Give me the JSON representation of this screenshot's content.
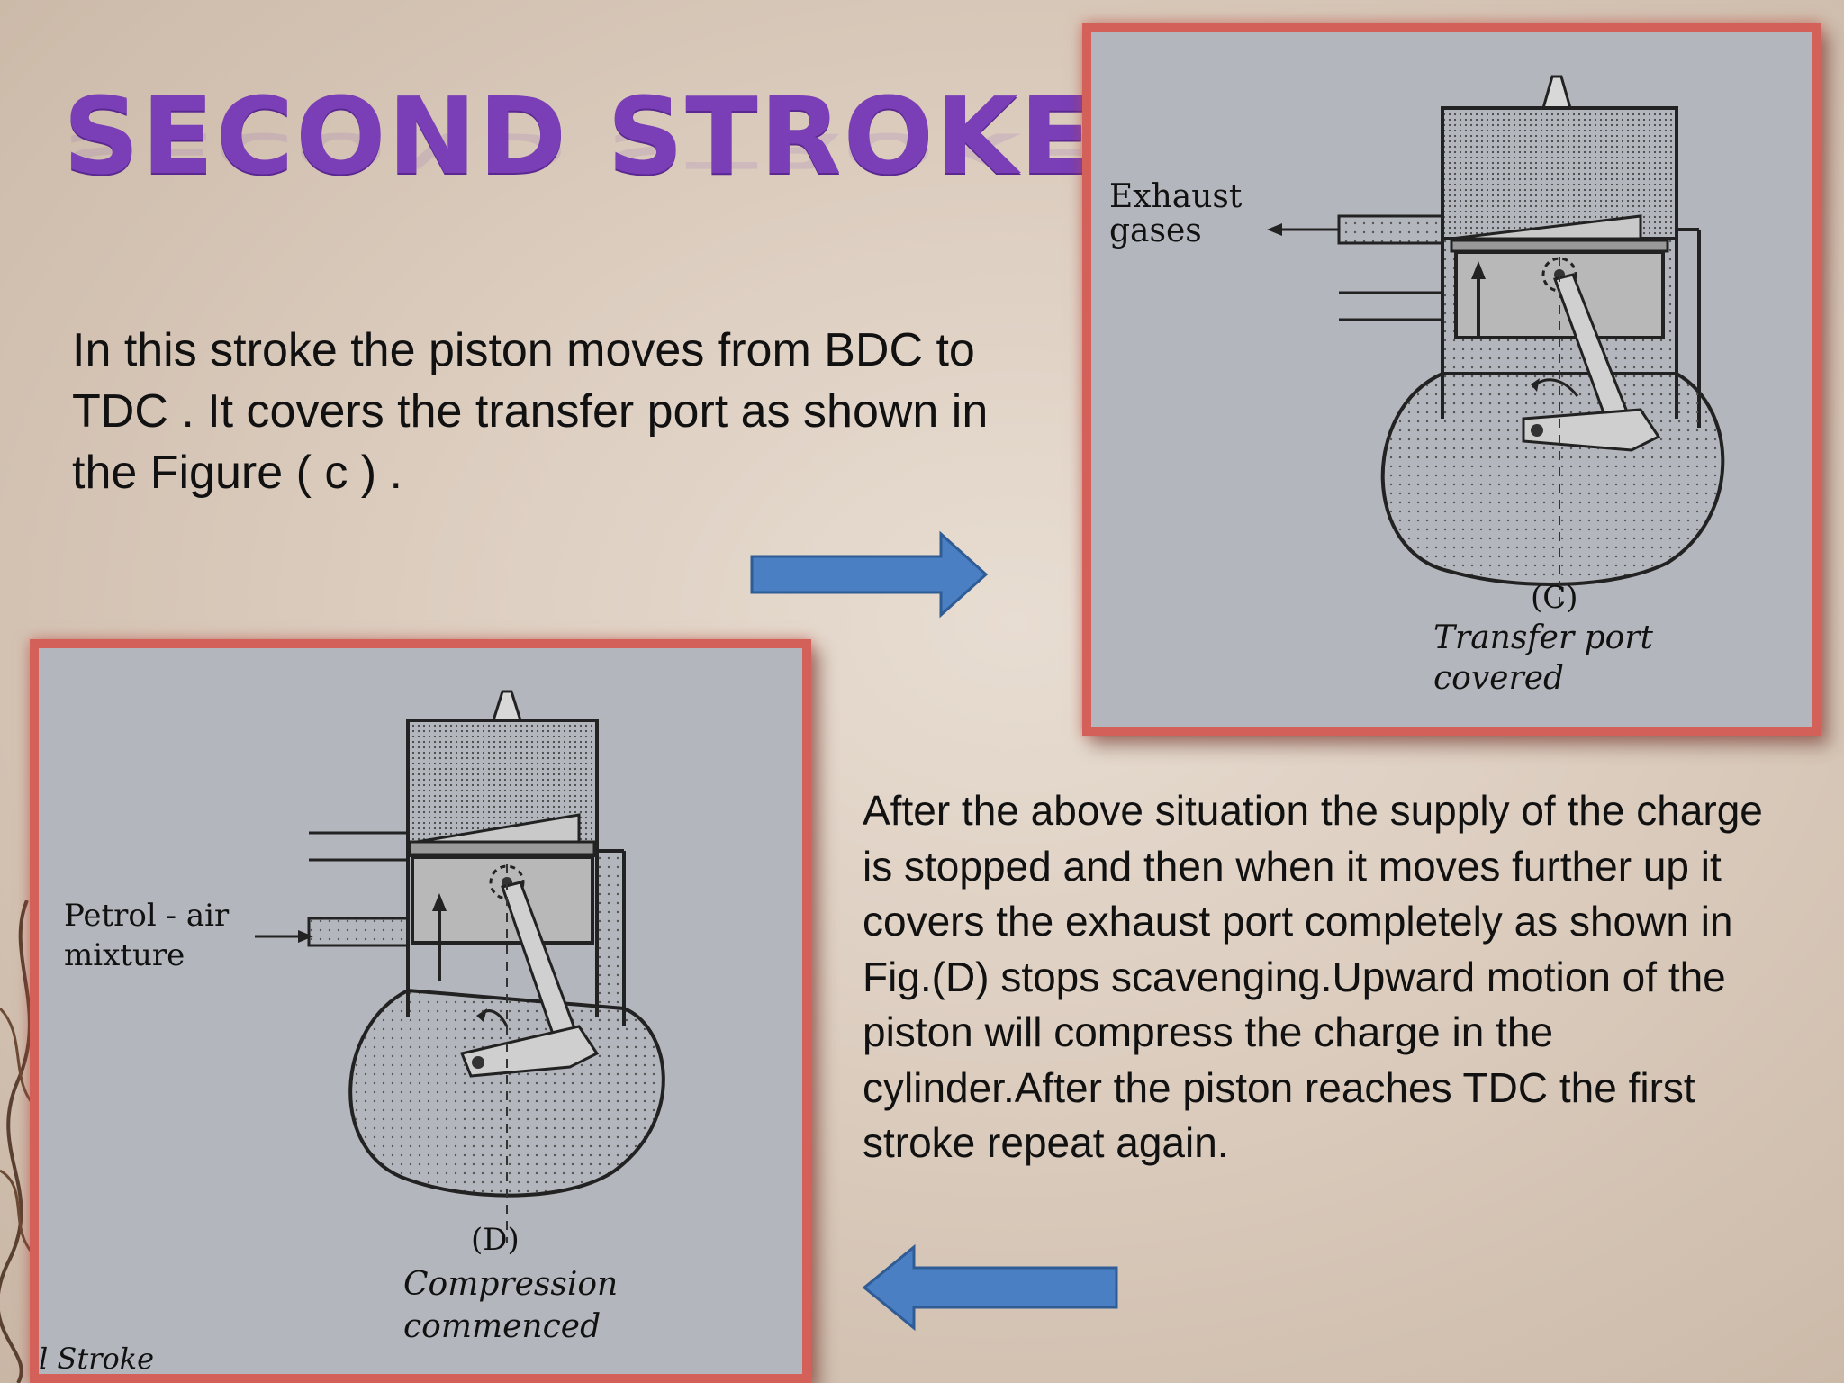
{
  "slide": {
    "title": "SECOND STROKE",
    "paragraph1": "In this stroke the piston moves from BDC to TDC . It covers the transfer port as shown in the Figure ( c ) .",
    "paragraph2": "After the above situation  the supply of the charge is stopped and then when it moves further up it covers the exhaust port completely as shown in Fig.(D) stops scavenging.Upward motion of the piston will compress the charge in the cylinder.After the piston reaches TDC the first stroke repeat again."
  },
  "figure_c": {
    "side_label_line1": "Exhaust",
    "side_label_line2": "gases",
    "caption_letter": "(C)",
    "caption_line1": "Transfer port",
    "caption_line2": "covered"
  },
  "figure_d": {
    "side_label_line1": "Petrol - air",
    "side_label_line2": "mixture",
    "caption_letter": "(D)",
    "caption_line1": "Compression",
    "caption_line2": "commenced",
    "corner_text": "l Stroke"
  },
  "colors": {
    "title": "#7a3fb6",
    "arrow": "#4a7fc4",
    "frame": "#d4605a",
    "figure_bg": "#b3b6bc"
  },
  "icons": {
    "arrow_right": "right-arrow-icon",
    "arrow_left": "left-arrow-icon"
  }
}
